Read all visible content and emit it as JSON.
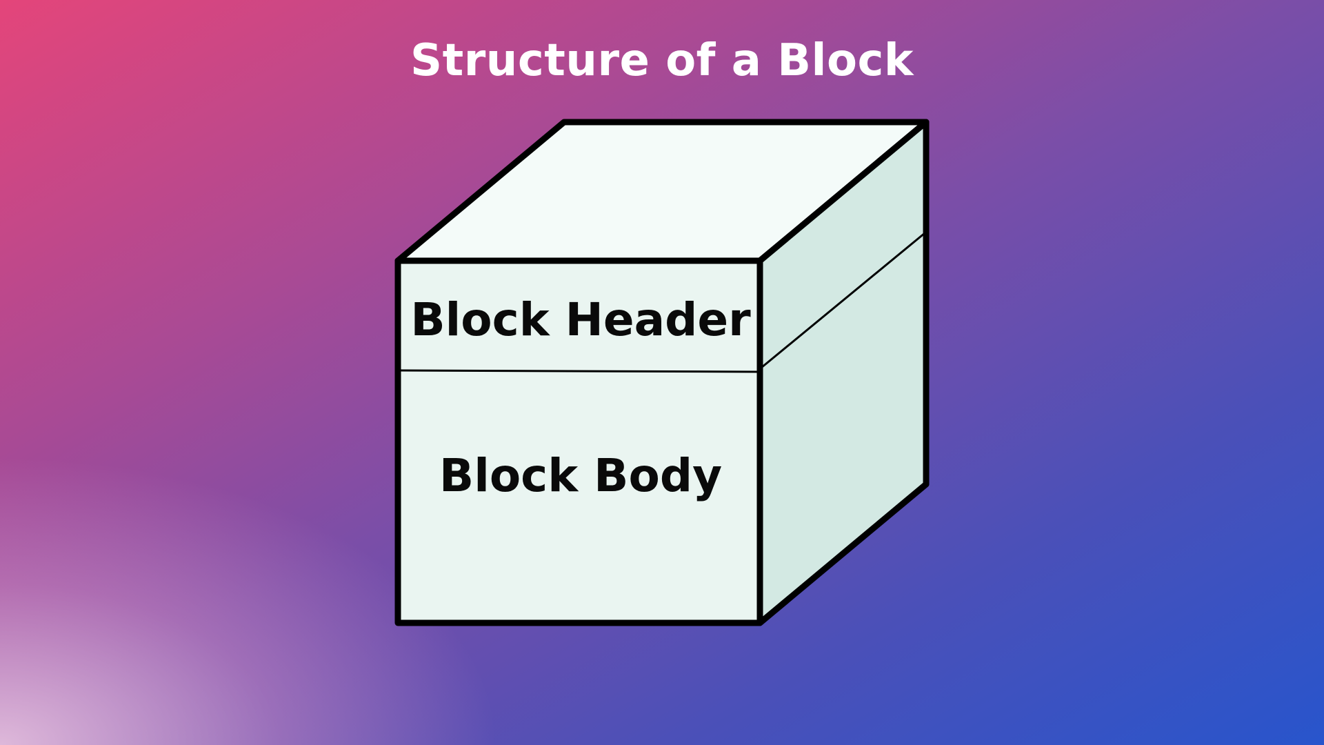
{
  "title": "Structure of a Block",
  "block": {
    "header_label": "Block Header",
    "body_label": "Block Body"
  },
  "colors": {
    "top_face": "#f4fbf9",
    "front_face": "#eaf5f1",
    "side_face": "#d3e9e3",
    "outline": "#000000",
    "title_text": "#ffffff"
  }
}
